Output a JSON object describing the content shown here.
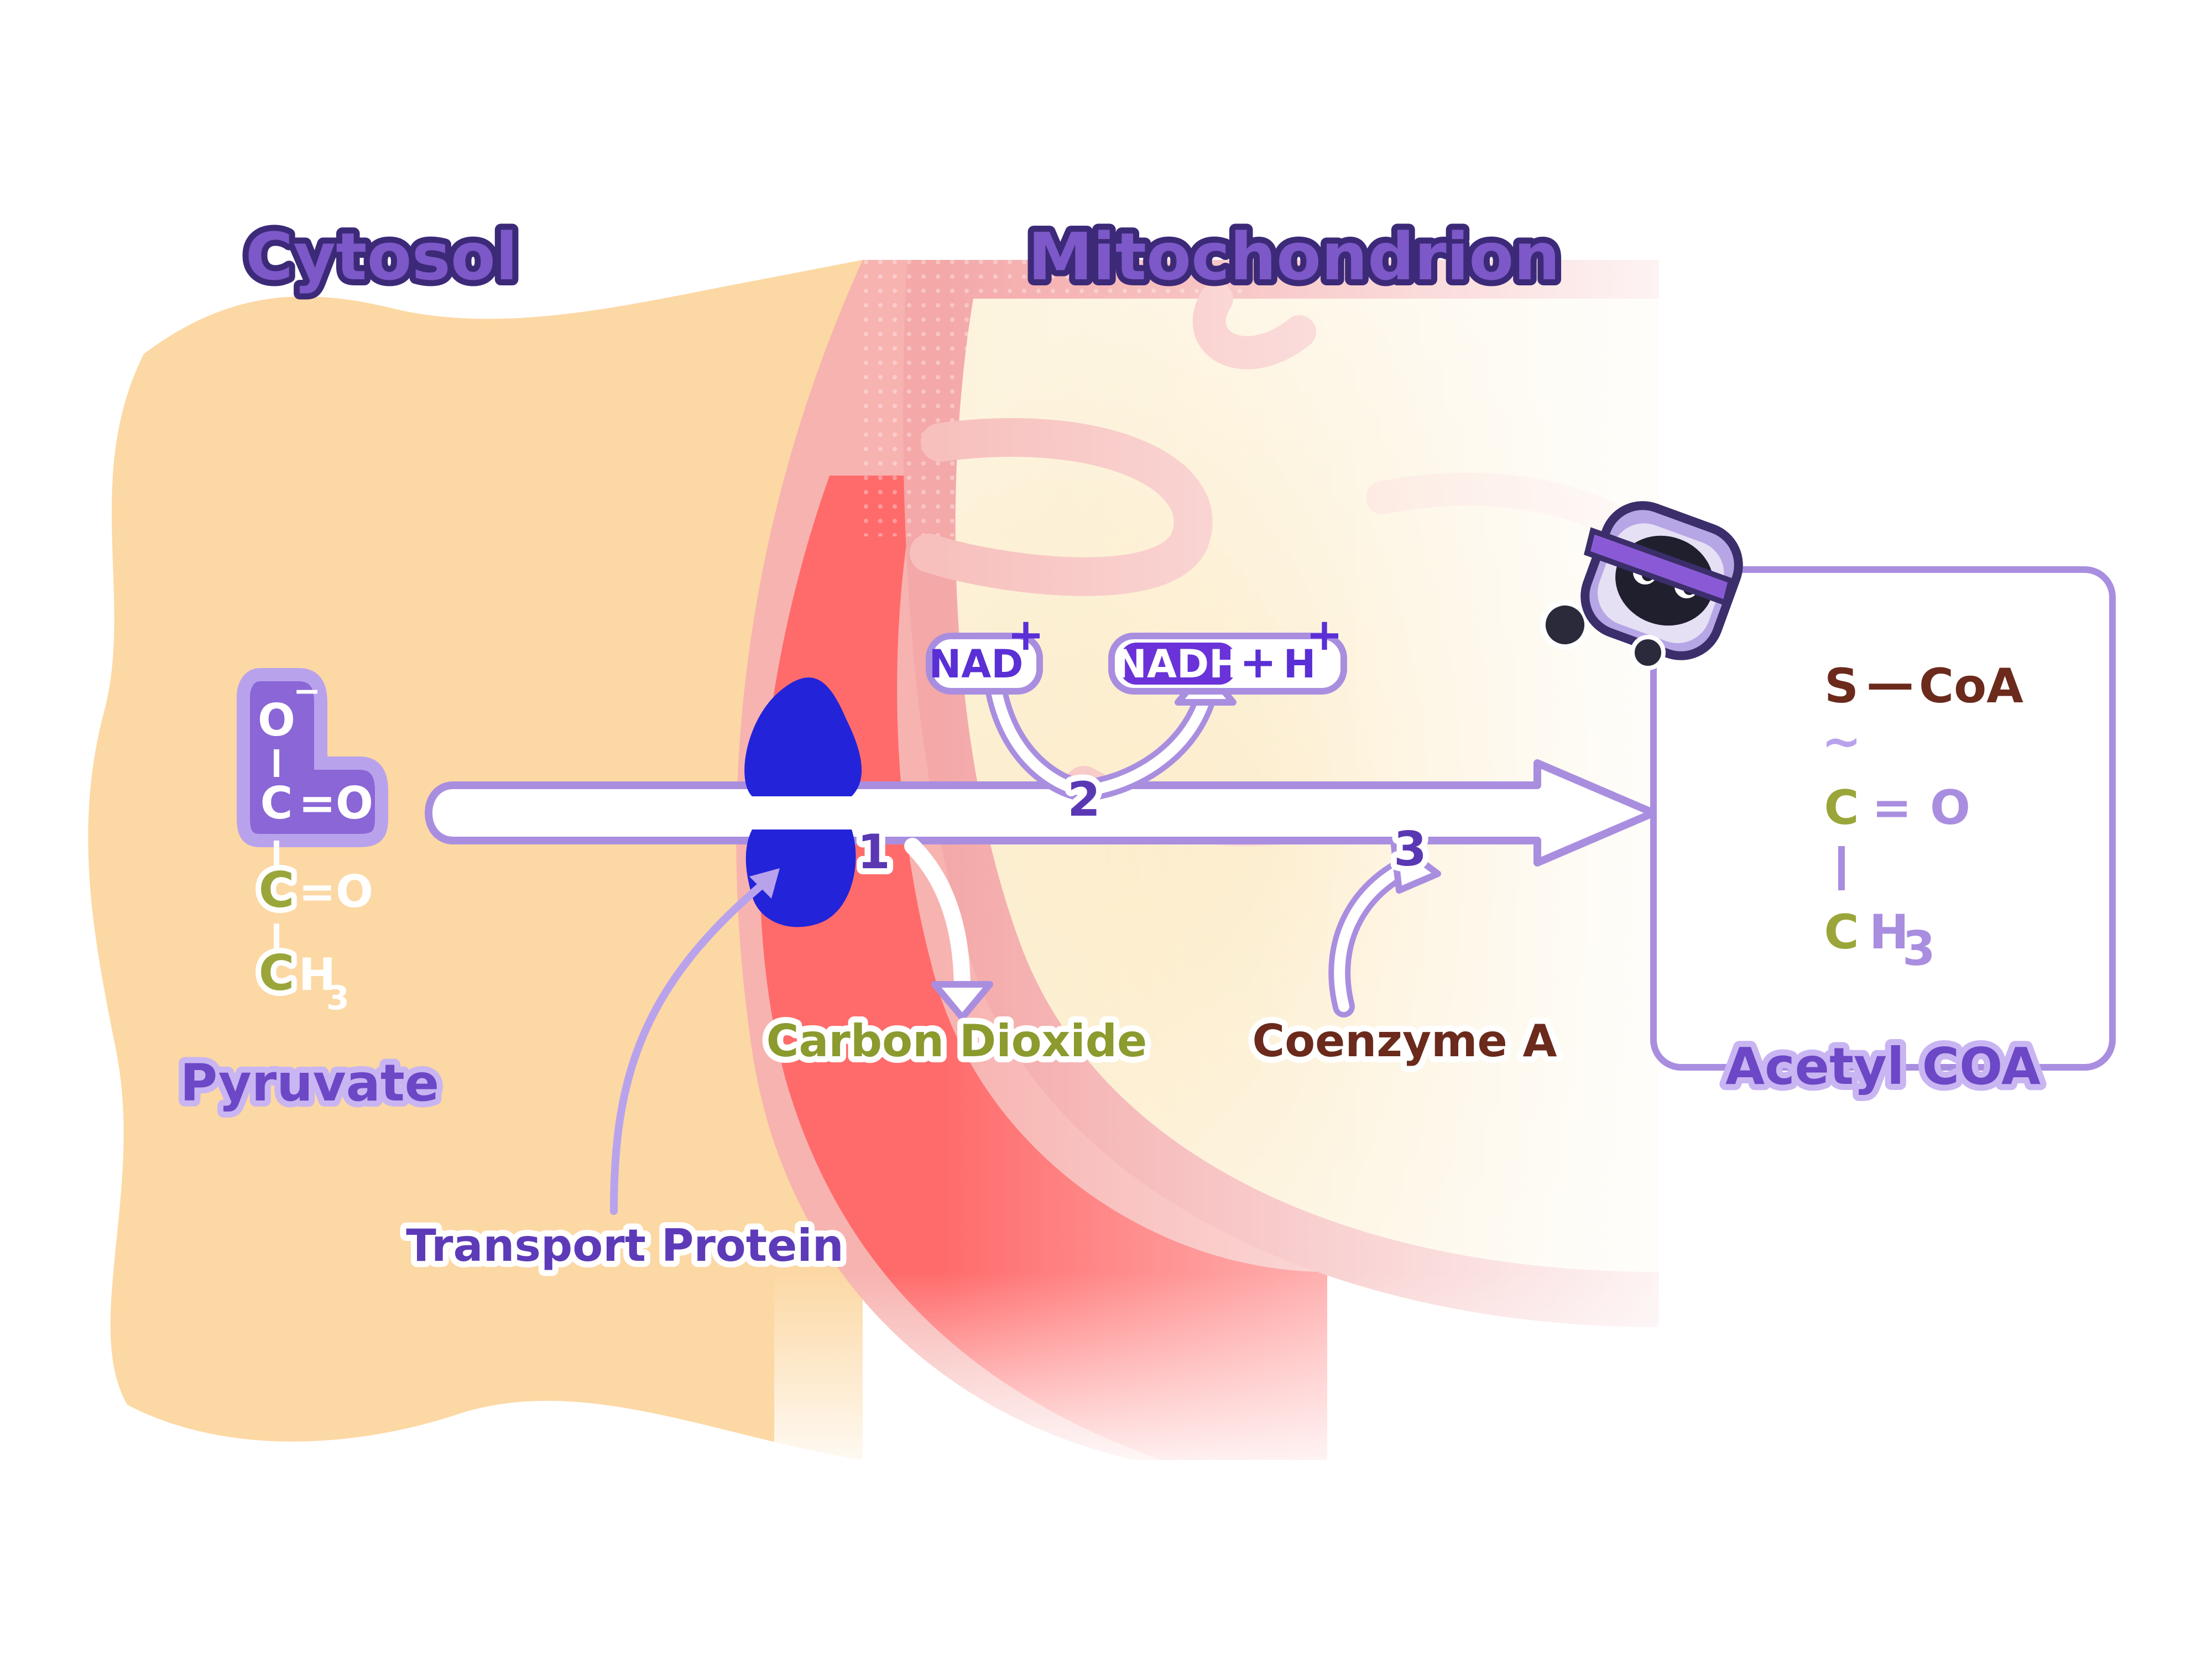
{
  "title_left": "Cytosol",
  "title_right": "Mitochondrion",
  "pyruvate": {
    "name": "Pyruvate",
    "o_minus": "O",
    "minus_sign": "−",
    "c1": "C",
    "c1_bond": "=O",
    "c2": "C",
    "c2_bond": "=O",
    "c3": "C",
    "c3_h": "H",
    "c3_sub": "3"
  },
  "transport_protein": "Transport Protein",
  "carbon_dioxide": "Carbon Dioxide",
  "coenzyme_a": "Coenzyme A",
  "nad": {
    "text": "NAD",
    "sup": "+"
  },
  "nadh": {
    "text": "NADH",
    "plus": "+",
    "h": "H",
    "sup": "+"
  },
  "steps": [
    "1",
    "2",
    "3"
  ],
  "acetyl_coa": {
    "name": "Acetyl COA",
    "s": "S",
    "s_bond": "—",
    "coa": "CoA",
    "wave": "~",
    "c1": "C",
    "c1_bond": "=",
    "c1_o": "O",
    "c2": "C",
    "c2_h": "H",
    "c2_sub": "3"
  },
  "colors": {
    "cytosol": "#fcd8a4",
    "membrane_red": "#ff6b6b",
    "membrane_pink": "#f7b3b0",
    "matrix_yellow": "#fbecc0",
    "arrow_outline": "#a98ee0",
    "transport": "#2323d9",
    "purple_label": "#6c47c6",
    "olive": "#9aa63a",
    "brown": "#6b2a1c"
  }
}
